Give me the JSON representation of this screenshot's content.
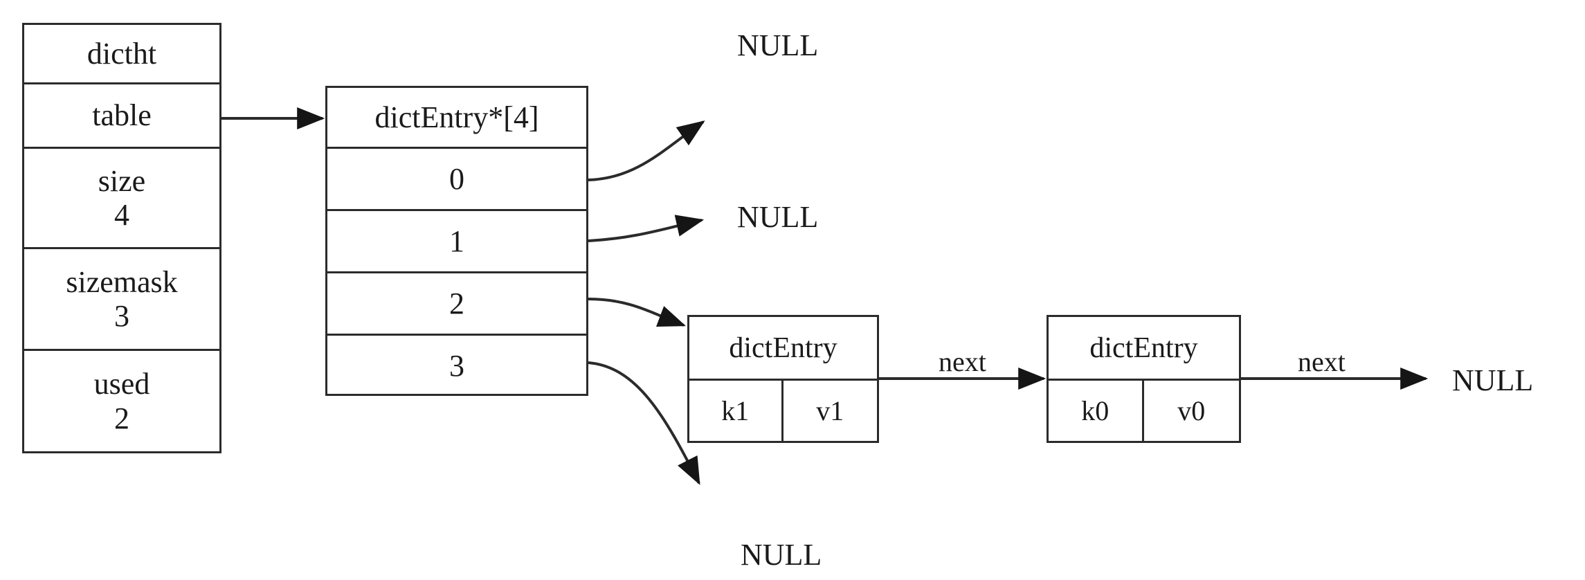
{
  "diagram": {
    "title": "dictht hash table structure",
    "colors": {
      "stroke": "#2b2b2b",
      "background": "#ffffff",
      "text": "#1a1a1a"
    },
    "dictht_struct": {
      "header": "dictht",
      "fields": [
        {
          "name": "table",
          "value": ""
        },
        {
          "name": "size",
          "value": "4"
        },
        {
          "name": "sizemask",
          "value": "3"
        },
        {
          "name": "used",
          "value": "2"
        }
      ]
    },
    "bucket_array": {
      "header": "dictEntry*[4]",
      "slots": [
        {
          "index": "0",
          "target": "NULL"
        },
        {
          "index": "1",
          "target": "NULL"
        },
        {
          "index": "2",
          "target": "dictEntry k1"
        },
        {
          "index": "3",
          "target": "NULL"
        }
      ]
    },
    "entries": [
      {
        "title": "dictEntry",
        "key": "k1",
        "value": "v1",
        "next_label": "next"
      },
      {
        "title": "dictEntry",
        "key": "k0",
        "value": "v0",
        "next_label": "next"
      }
    ],
    "null_labels": {
      "slot0": "NULL",
      "slot1": "NULL",
      "slot3": "NULL",
      "chain_end": "NULL"
    },
    "edge_labels": {
      "next_1": "next",
      "next_2": "next"
    }
  }
}
